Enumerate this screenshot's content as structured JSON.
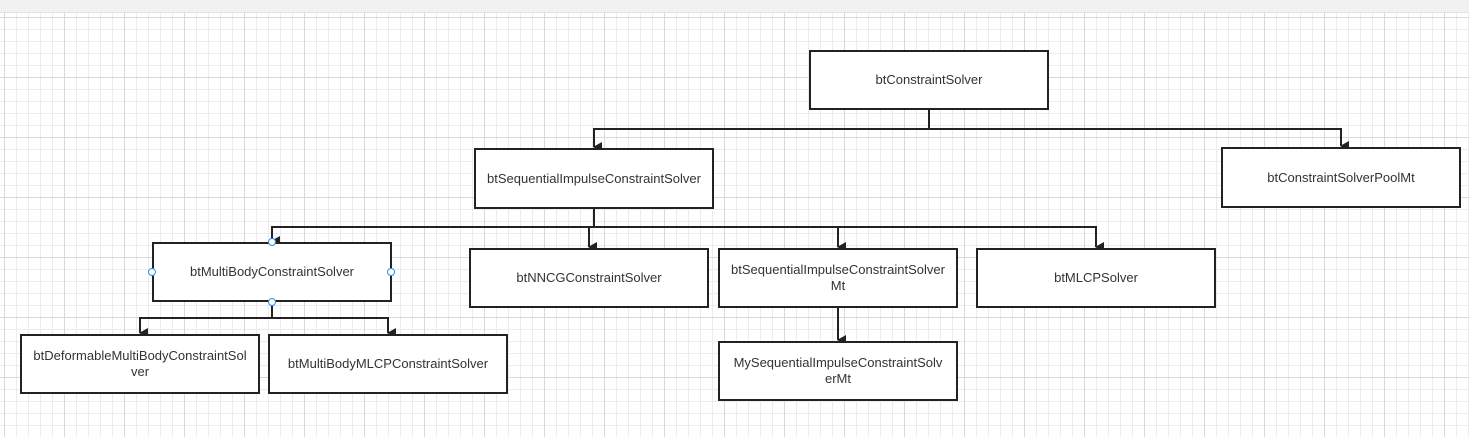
{
  "nodes": {
    "root": "btConstraintSolver",
    "seq": "btSequentialImpulseConstraintSolver",
    "pool": "btConstraintSolverPoolMt",
    "multibody": "btMultiBodyConstraintSolver",
    "nncg": "btNNCGConstraintSolver",
    "seqmt": "btSequentialImpulseConstraintSolverMt",
    "mlcp": "btMLCPSolver",
    "deformable": "btDeformableMultiBodyConstraintSolver",
    "mbmlcp": "btMultiBodyMLCPConstraintSolver",
    "myseqmt": "MySequentialImpulseConstraintSolverMt"
  },
  "colors": {
    "stroke": "#222222",
    "selection_handle": "#2f8ce6",
    "grid": "#d9d9d9"
  }
}
